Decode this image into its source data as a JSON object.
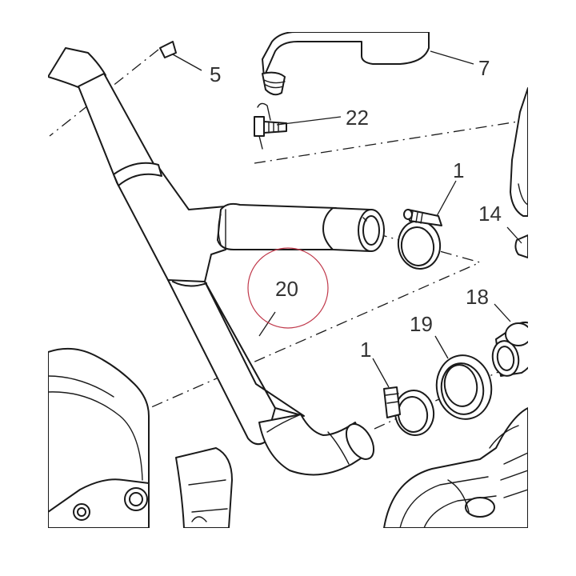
{
  "callouts": [
    {
      "id": "c5",
      "label": "5"
    },
    {
      "id": "c7",
      "label": "7"
    },
    {
      "id": "c22",
      "label": "22"
    },
    {
      "id": "c1a",
      "label": "1"
    },
    {
      "id": "c14",
      "label": "14"
    },
    {
      "id": "c20",
      "label": "20"
    },
    {
      "id": "c18",
      "label": "18"
    },
    {
      "id": "c19",
      "label": "19"
    },
    {
      "id": "c1b",
      "label": "1"
    }
  ],
  "colors": {
    "line": "#1a1a1a",
    "text": "#333333",
    "highlight": "#c0394b"
  }
}
